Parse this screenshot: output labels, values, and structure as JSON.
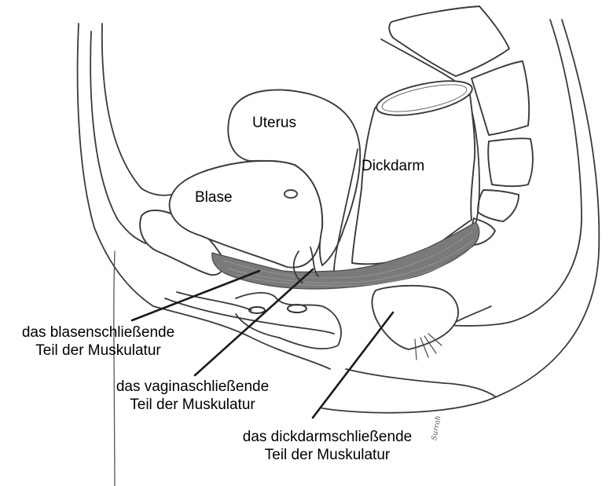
{
  "diagram": {
    "type": "anatomical-cross-section",
    "organ_labels": {
      "uterus": "Uterus",
      "bladder": "Blase",
      "colon": "Dickdarm"
    },
    "callouts": [
      {
        "line1": "das blasenschließende",
        "line2": "Teil der Muskulatur"
      },
      {
        "line1": "das vaginaschließende",
        "line2": "Teil der Muskulatur"
      },
      {
        "line1": "das dickdarmschließende",
        "line2": "Teil der Muskulatur"
      }
    ],
    "signature": "Surrah",
    "colors": {
      "line": "#3a3a3a",
      "muscle_fill": "#7a7a7a",
      "background": "#ffffff",
      "text": "#000000"
    }
  }
}
